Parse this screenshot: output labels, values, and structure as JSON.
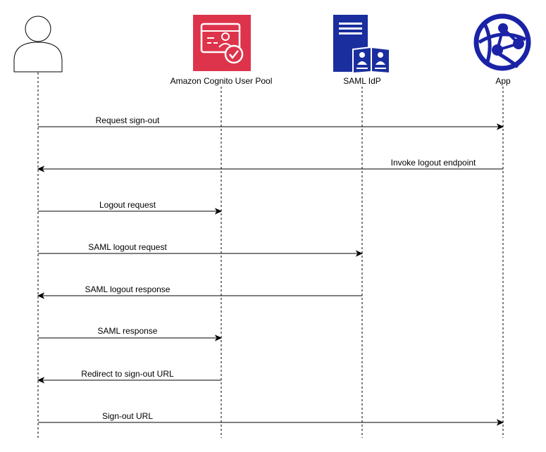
{
  "participants": [
    {
      "id": "user",
      "label": "",
      "icon": "user-icon"
    },
    {
      "id": "cognito",
      "label": "Amazon Cognito User Pool",
      "icon": "cognito-user-pool-icon"
    },
    {
      "id": "idp",
      "label": "SAML IdP",
      "icon": "saml-idp-server-icon"
    },
    {
      "id": "app",
      "label": "App",
      "icon": "app-globe-icon"
    }
  ],
  "messages": [
    {
      "label": "Request sign-out",
      "from": "user",
      "to": "app"
    },
    {
      "label": "Invoke logout endpoint",
      "from": "app",
      "to": "user"
    },
    {
      "label": "Logout request",
      "from": "user",
      "to": "cognito"
    },
    {
      "label": "SAML logout request",
      "from": "user",
      "to": "idp"
    },
    {
      "label": "SAML logout response",
      "from": "idp",
      "to": "user"
    },
    {
      "label": "SAML response",
      "from": "user",
      "to": "cognito"
    },
    {
      "label": "Redirect to sign-out URL",
      "from": "cognito",
      "to": "user"
    },
    {
      "label": "Sign-out URL",
      "from": "user",
      "to": "app"
    }
  ],
  "colors": {
    "cognito_red": "#DD344C",
    "idp_blue": "#1A2E9E",
    "app_blue": "#1A23A6",
    "line": "#000000"
  }
}
